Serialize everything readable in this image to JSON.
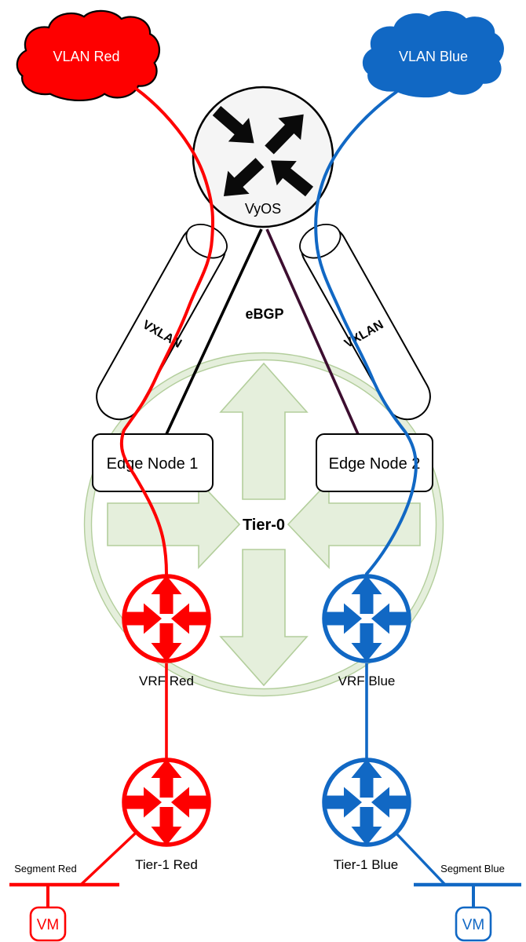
{
  "colors": {
    "red": "#FE0000",
    "blue": "#1168C4",
    "maroon": "#3D0E30",
    "greenFill": "#E5EFDC",
    "greenEdge": "#B3CE9C",
    "routerBg": "#F5F5F5"
  },
  "clouds": {
    "red_label": "VLAN Red",
    "blue_label": "VLAN Blue"
  },
  "vyos": {
    "label": "VyOS"
  },
  "links": {
    "left_tunnel_label": "VXLAN",
    "right_tunnel_label": "VXLAN",
    "bgp_label": "eBGP"
  },
  "edge_nodes": {
    "node1_label": "Edge Node 1",
    "node2_label": "Edge Node 2"
  },
  "tier0": {
    "label": "Tier-0"
  },
  "vrf": {
    "red_label": "VRF Red",
    "blue_label": "VRF Blue"
  },
  "tier1": {
    "red_label": "Tier-1 Red",
    "blue_label": "Tier-1 Blue"
  },
  "segments": {
    "red_label": "Segment Red",
    "blue_label": "Segment Blue",
    "red_vm_label": "VM",
    "blue_vm_label": "VM"
  }
}
